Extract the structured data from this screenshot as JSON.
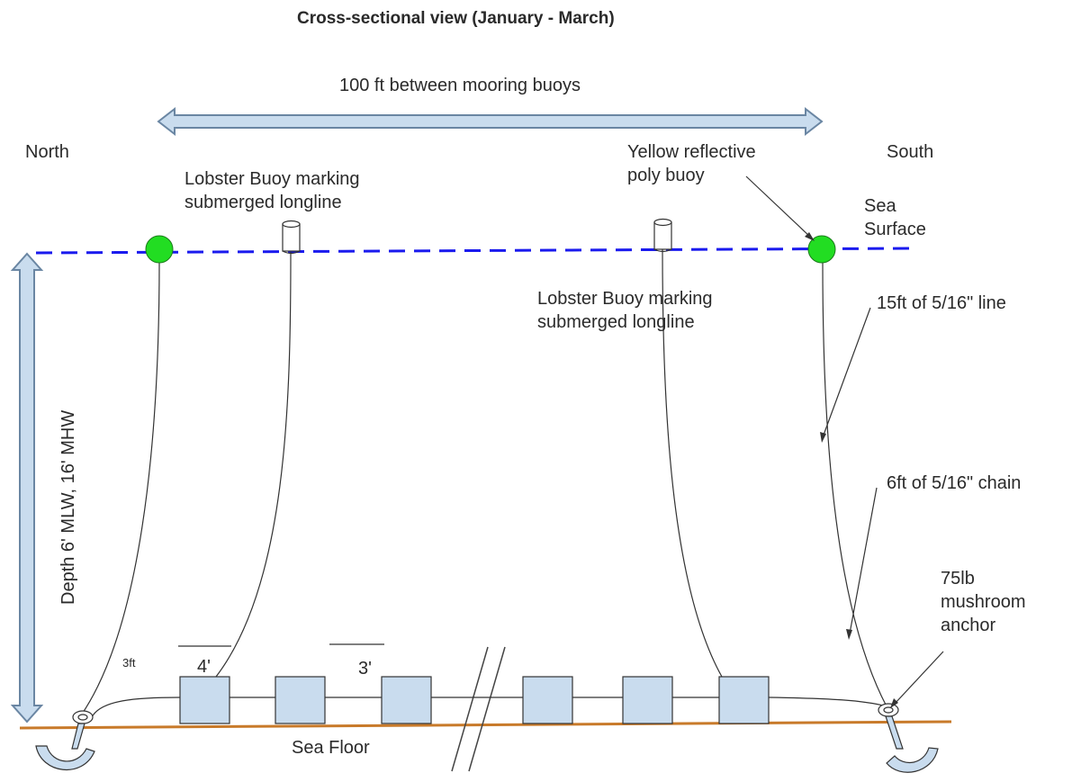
{
  "title": "Cross-sectional view (January - March)",
  "spacing_label": "100 ft between mooring buoys",
  "north_label": "North",
  "south_label": "South",
  "lobster_buoy_left_line1": "Lobster Buoy marking",
  "lobster_buoy_left_line2": "submerged longline",
  "lobster_buoy_right_line1": "Lobster Buoy marking",
  "lobster_buoy_right_line2": "submerged longline",
  "yellow_buoy_line1": "Yellow reflective",
  "yellow_buoy_line2": "poly buoy",
  "sea_surface_line1": "Sea",
  "sea_surface_line2": "Surface",
  "line_spec": "15ft of 5/16\" line",
  "chain_spec": "6ft of  5/16\" chain",
  "anchor_line1": "75lb",
  "anchor_line2": "mushroom",
  "anchor_line3": "anchor",
  "depth_label": "Depth 6' MLW, 16' MHW",
  "sea_floor_label": "Sea Floor",
  "dim_3ft": "3ft",
  "dim_4": "4'",
  "dim_3": "3'",
  "colors": {
    "surface_dash": "#1a1aee",
    "mooring_buoy": "#22dd22",
    "seafloor": "#c87a2a",
    "arrow_fill": "#c9dcee",
    "arrow_stroke": "#6a86a3",
    "cage_fill": "#c9dcee",
    "anchor_fill": "#c9dcee"
  }
}
